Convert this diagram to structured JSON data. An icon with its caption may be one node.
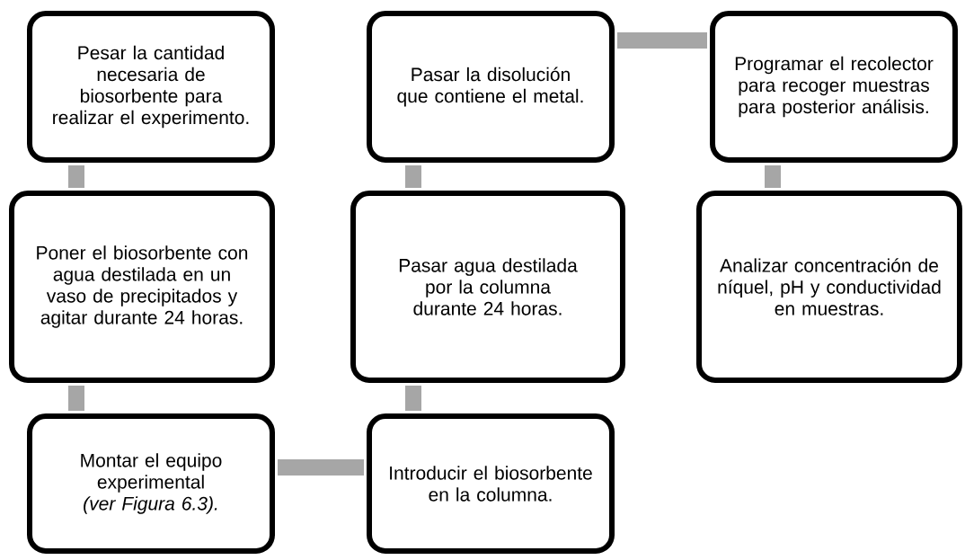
{
  "diagram": {
    "nodes": [
      {
        "text": [
          "Pesar la cantidad necesaria de biosorbente para realizar el experimento."
        ]
      },
      {
        "text": [
          "Poner el biosorbente con agua destilada en un vaso de precipitados y agitar durante 24 horas."
        ]
      },
      {
        "text": [
          "Montar el equipo experimental *(ver Figura 6.3).*"
        ]
      },
      {
        "text": [
          "Introducir el biosorbente en la columna."
        ]
      },
      {
        "text": [
          "Pasar agua destilada por la columna durante 24 horas."
        ]
      },
      {
        "text": [
          "Pasar la disolución que contiene el metal."
        ]
      },
      {
        "text": [
          "Programar el recolector para recoger muestras para posterior análisis."
        ]
      },
      {
        "text": [
          "Analizar concentración de níquel, pH y conductividad en muestras."
        ]
      }
    ],
    "edges": [
      {
        "from": 0,
        "to": 1,
        "arrow": "none"
      },
      {
        "from": 1,
        "to": 2,
        "arrow": "none"
      },
      {
        "from": 2,
        "to": 3,
        "arrow": "none"
      },
      {
        "from": 3,
        "to": 4,
        "arrow": "none"
      },
      {
        "from": 4,
        "to": 5,
        "arrow": "none"
      },
      {
        "from": 5,
        "to": 6,
        "arrow": "none"
      },
      {
        "from": 6,
        "to": 7,
        "arrow": "none"
      }
    ]
  }
}
